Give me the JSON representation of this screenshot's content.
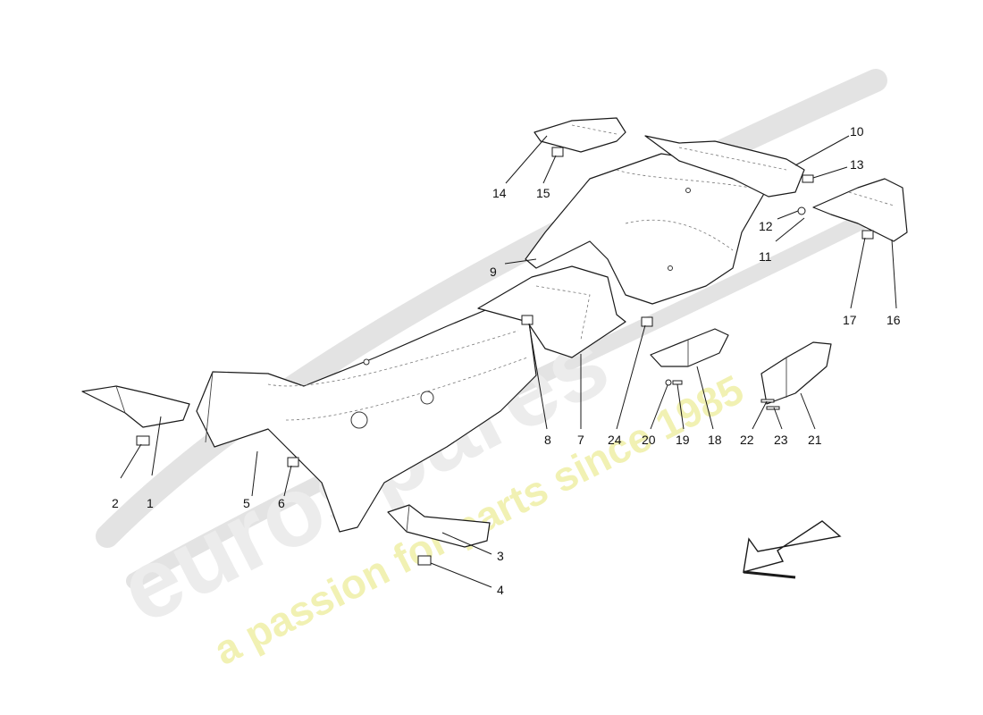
{
  "watermark": {
    "brand": "eurospares",
    "tagline": "a passion for parts since 1985"
  },
  "callouts": [
    {
      "id": "1",
      "label": "1"
    },
    {
      "id": "2",
      "label": "2"
    },
    {
      "id": "3",
      "label": "3"
    },
    {
      "id": "4",
      "label": "4"
    },
    {
      "id": "5",
      "label": "5"
    },
    {
      "id": "6",
      "label": "6"
    },
    {
      "id": "7",
      "label": "7"
    },
    {
      "id": "8",
      "label": "8"
    },
    {
      "id": "9",
      "label": "9"
    },
    {
      "id": "10",
      "label": "10"
    },
    {
      "id": "11",
      "label": "11"
    },
    {
      "id": "12",
      "label": "12"
    },
    {
      "id": "13",
      "label": "13"
    },
    {
      "id": "14",
      "label": "14"
    },
    {
      "id": "15",
      "label": "15"
    },
    {
      "id": "16",
      "label": "16"
    },
    {
      "id": "17",
      "label": "17"
    },
    {
      "id": "18",
      "label": "18"
    },
    {
      "id": "19",
      "label": "19"
    },
    {
      "id": "20",
      "label": "20"
    },
    {
      "id": "21",
      "label": "21"
    },
    {
      "id": "22",
      "label": "22"
    },
    {
      "id": "23",
      "label": "23"
    },
    {
      "id": "24",
      "label": "24"
    }
  ]
}
